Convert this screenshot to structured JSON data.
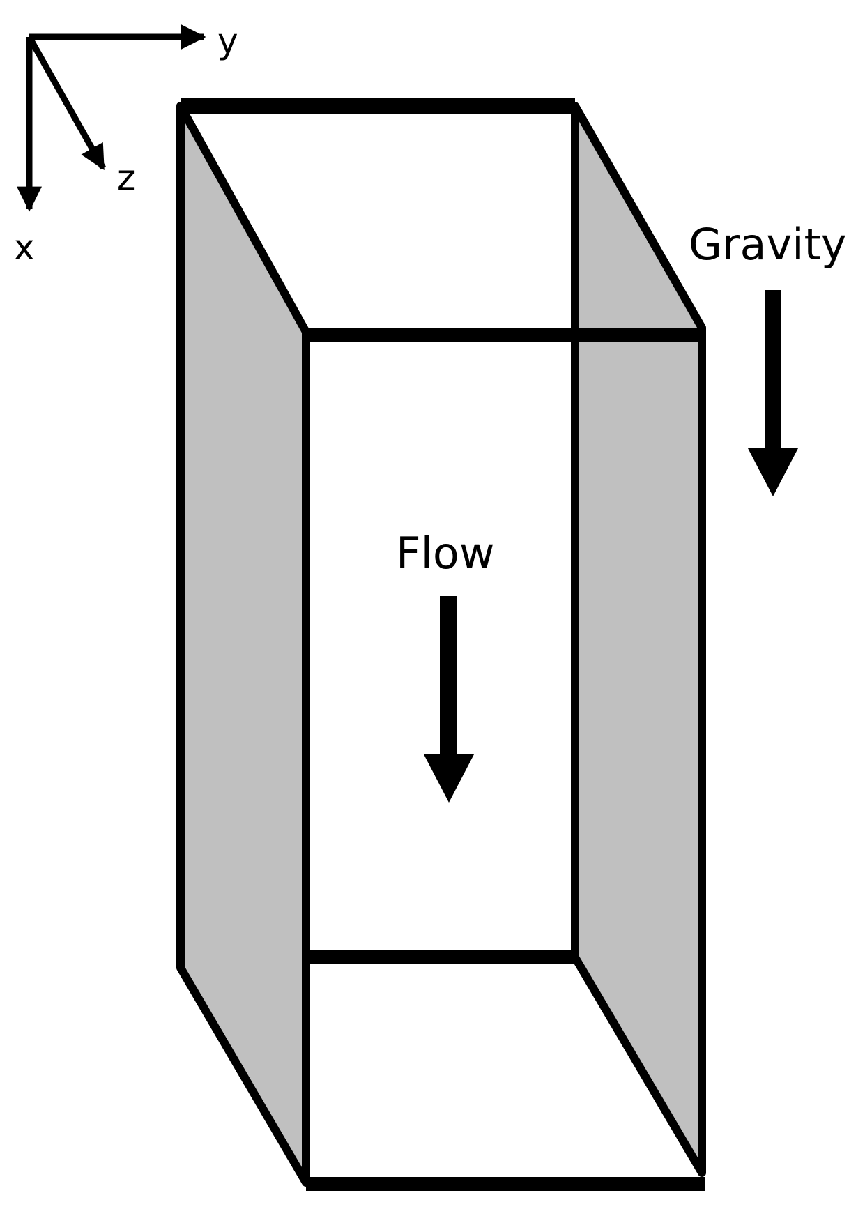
{
  "axes": {
    "x_label": "x",
    "y_label": "y",
    "z_label": "z"
  },
  "annotations": {
    "gravity": "Gravity",
    "flow": "Flow"
  },
  "colors": {
    "side_wall": "#c0c0c0",
    "stroke": "#000000",
    "background": "#ffffff"
  }
}
